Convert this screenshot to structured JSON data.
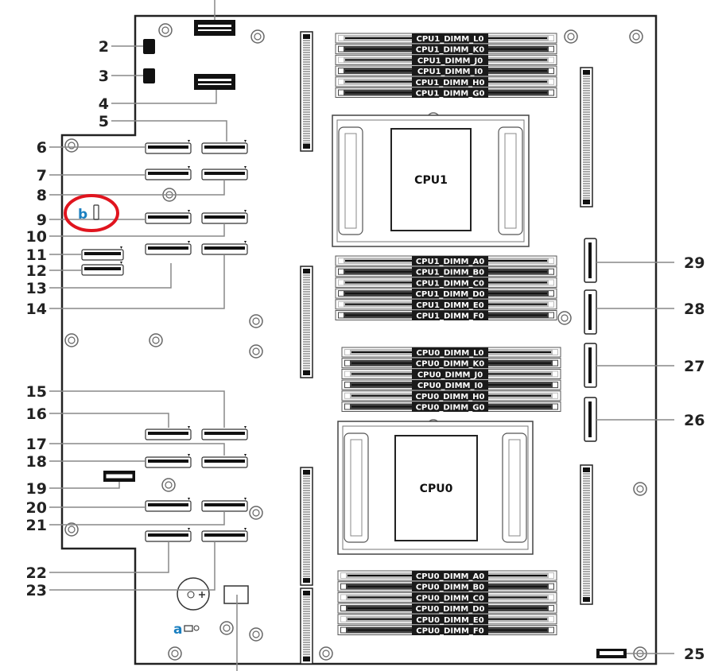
{
  "title": "Motherboard layout diagram",
  "colors": {
    "line": "#888888",
    "board": "#222222",
    "marker": "#1a7fc0",
    "highlight": "#e0141e"
  },
  "cpus": [
    {
      "label": "CPU1"
    },
    {
      "label": "CPU0"
    }
  ],
  "dimm_groups": [
    {
      "labels": [
        "CPU1_DIMM_L0",
        "CPU1_DIMM_K0",
        "CPU1_DIMM_J0",
        "CPU1_DIMM_I0",
        "CPU1_DIMM_H0",
        "CPU1_DIMM_G0"
      ]
    },
    {
      "labels": [
        "CPU1_DIMM_A0",
        "CPU1_DIMM_B0",
        "CPU1_DIMM_C0",
        "CPU1_DIMM_D0",
        "CPU1_DIMM_E0",
        "CPU1_DIMM_F0"
      ]
    },
    {
      "labels": [
        "CPU0_DIMM_L0",
        "CPU0_DIMM_K0",
        "CPU0_DIMM_J0",
        "CPU0_DIMM_I0",
        "CPU0_DIMM_H0",
        "CPU0_DIMM_G0"
      ]
    },
    {
      "labels": [
        "CPU0_DIMM_A0",
        "CPU0_DIMM_B0",
        "CPU0_DIMM_C0",
        "CPU0_DIMM_D0",
        "CPU0_DIMM_E0",
        "CPU0_DIMM_F0"
      ]
    }
  ],
  "callouts": [
    "2",
    "3",
    "4",
    "5",
    "6",
    "7",
    "8",
    "9",
    "10",
    "11",
    "12",
    "13",
    "14",
    "15",
    "16",
    "17",
    "18",
    "19",
    "20",
    "21",
    "22",
    "23",
    "25",
    "26",
    "27",
    "28",
    "29"
  ],
  "markers": [
    {
      "label": "a"
    },
    {
      "label": "b",
      "highlighted": true
    }
  ]
}
